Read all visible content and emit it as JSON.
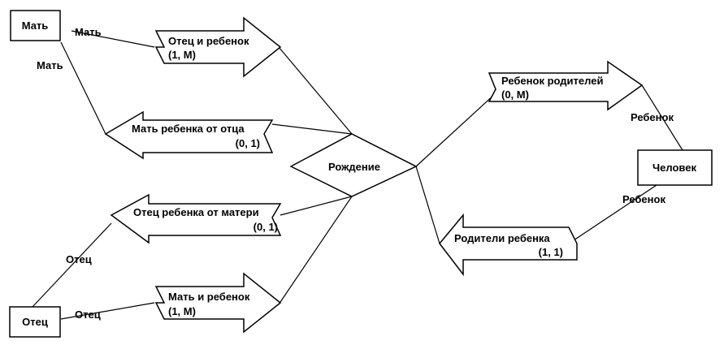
{
  "entities": {
    "mother": "Мать",
    "father": "Отец",
    "person": "Человек"
  },
  "relationship": "Рождение",
  "arrows": {
    "father_child": {
      "name": "Отец и ребенок",
      "card": "(1, M)"
    },
    "mother_of_child_from_father": {
      "name": "Мать ребенка от отца",
      "card": "(0, 1)"
    },
    "father_of_child_from_mother": {
      "name": "Отец ребенка от матери",
      "card": "(0, 1)"
    },
    "mother_child": {
      "name": "Мать и ребенок",
      "card": "(1, M)"
    },
    "child_parents": {
      "name": "Ребенок родителей",
      "card": "(0, M)"
    },
    "parents_of_child": {
      "name": "Родители ребенка",
      "card": "(1, 1)"
    }
  },
  "roles": {
    "mother_top": "Мать",
    "mother_left": "Мать",
    "father_left": "Отец",
    "father_bottom": "Отец",
    "child_top": "Ребенок",
    "child_bottom": "Ребенок"
  }
}
